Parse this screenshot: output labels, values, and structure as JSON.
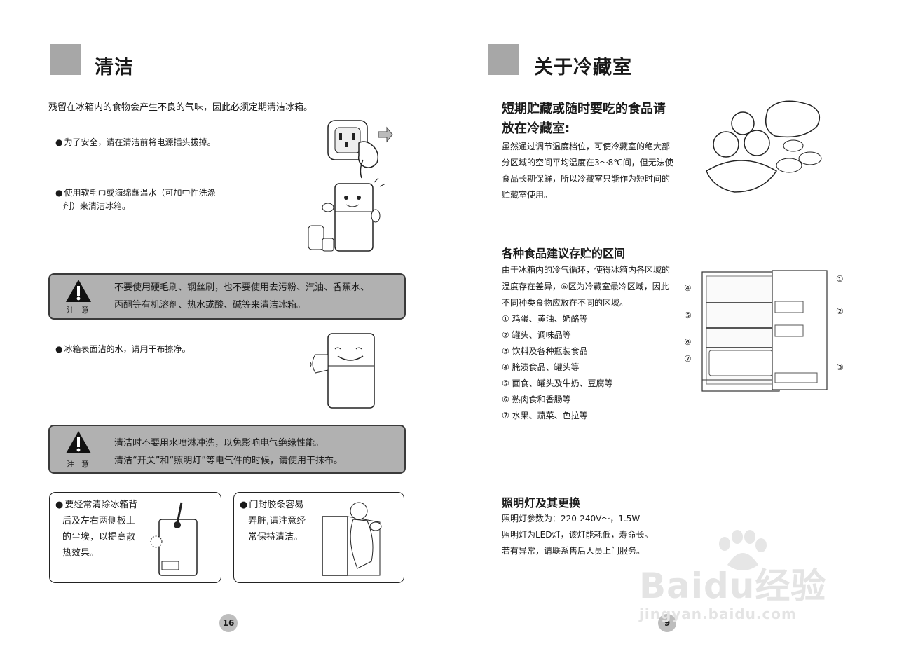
{
  "left": {
    "title": "清洁",
    "intro": "残留在冰箱内的食物会产生不良的气味，因此必须定期清洁冰箱。",
    "bullet1": "为了安全，请在清洁前将电源插头拔掉。",
    "bullet2_line1": "使用软毛巾或海绵蘸温水（可加中性洗涤",
    "bullet2_line2": "剂）来清洁冰箱。",
    "warning1": {
      "label": "注意",
      "line1": "不要使用硬毛刷、钢丝刷，也不要使用去污粉、汽油、香蕉水、",
      "line2": "丙酮等有机溶剂、热水或酸、碱等来清洁冰箱。"
    },
    "bullet3": "冰箱表面沾的水，请用干布擦净。",
    "warning2": {
      "label": "注意",
      "line1": "清洁时不要用水喷淋冲洗，以免影响电气绝缘性能。",
      "line2": "清洁“开关”和“照明灯”等电气件的时候，请使用干抹布。"
    },
    "tip1": [
      "要经常清除冰箱背",
      "后及左右两侧板上",
      "的尘埃，以提高散",
      "热效果。"
    ],
    "tip2": [
      "门封胶条容易",
      "弄脏,请注意经",
      "常保持清洁。"
    ],
    "page_number": "16"
  },
  "right": {
    "title": "关于冷藏室",
    "section1": {
      "heading_line1": "短期贮藏或随时要吃的食品请",
      "heading_line2": "放在冷藏室:",
      "lines": [
        "虽然通过调节温度档位，可使冷藏室的绝大部",
        "分区域的空间平均温度在3～8℃间，但无法使",
        "食品长期保鲜，所以冷藏室只能作为短时间的",
        "贮藏室使用。"
      ]
    },
    "section2": {
      "heading": "各种食品建议存贮的区间",
      "lines": [
        "由于冰箱内的冷气循环，使得冰箱内各区域的",
        "温度存在差异，⑥区为冷藏室最冷区域，因此",
        "不同种类食物应放在不同的区域。"
      ],
      "zones": [
        "① 鸡蛋、黄油、奶酪等",
        "② 罐头、调味品等",
        "③ 饮料及各种瓶装食品",
        "④ 腌渍食品、罐头等",
        "⑤ 面食、罐头及牛奶、豆腐等",
        "⑥ 熟肉食和香肠等",
        "⑦ 水果、蔬菜、色拉等"
      ],
      "diagram_labels": [
        "①",
        "②",
        "③",
        "④",
        "⑤",
        "⑥",
        "⑦"
      ]
    },
    "section3": {
      "heading": "照明灯及其更换",
      "lines": [
        "照明灯参数为：220-240V～，1.5W",
        "照明灯为LED灯，该灯能耗低，寿命长。",
        "若有异常，请联系售后人员上门服务。"
      ]
    },
    "page_number": "9"
  },
  "watermark": {
    "brand": "Baidu经验",
    "url": "jingyan.baidu.com"
  },
  "colors": {
    "title_square": "#a7a7a7",
    "warning_bg": "#b1b1b1",
    "page_number_bg": "#bdbdbd"
  }
}
